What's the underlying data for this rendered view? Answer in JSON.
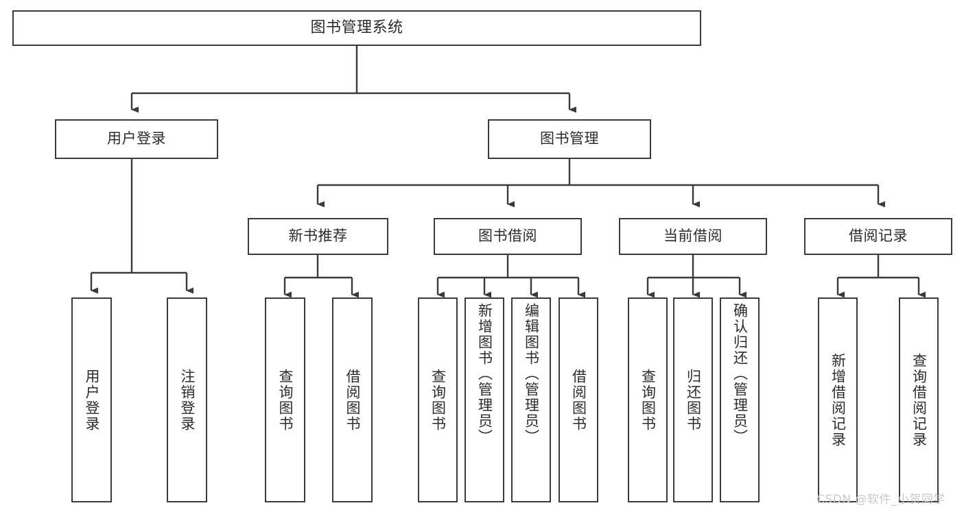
{
  "diagram": {
    "title": "图书管理系统",
    "type": "tree",
    "orientation": "top-down",
    "colors": {
      "stroke": "#3a3a3a",
      "fill": "#ffffff",
      "text": "#2b2b2b",
      "watermark": "#c9c9c9"
    }
  },
  "root": {
    "label": "图书管理系统"
  },
  "level1": [
    {
      "label": "用户登录"
    },
    {
      "label": "图书管理"
    }
  ],
  "level2": [
    {
      "label": "新书推荐"
    },
    {
      "label": "图书借阅"
    },
    {
      "label": "当前借阅"
    },
    {
      "label": "借阅记录"
    }
  ],
  "leaves": {
    "user_login": [
      {
        "label": "用户登录"
      },
      {
        "label": "注销登录"
      }
    ],
    "new_book_recommend": [
      {
        "label": "查询图书"
      },
      {
        "label": "借阅图书"
      }
    ],
    "book_borrow": [
      {
        "label": "查询图书"
      },
      {
        "label": "新增图书（管理员）"
      },
      {
        "label": "编辑图书（管理员）"
      },
      {
        "label": "借阅图书"
      }
    ],
    "current_borrow": [
      {
        "label": "查询图书"
      },
      {
        "label": "归还图书"
      },
      {
        "label": "确认归还（管理员）"
      }
    ],
    "borrow_record": [
      {
        "label": "新增借阅记录"
      },
      {
        "label": "查询借阅记录"
      }
    ]
  },
  "watermark": {
    "text": "CSDN @软件_小贺同学"
  }
}
